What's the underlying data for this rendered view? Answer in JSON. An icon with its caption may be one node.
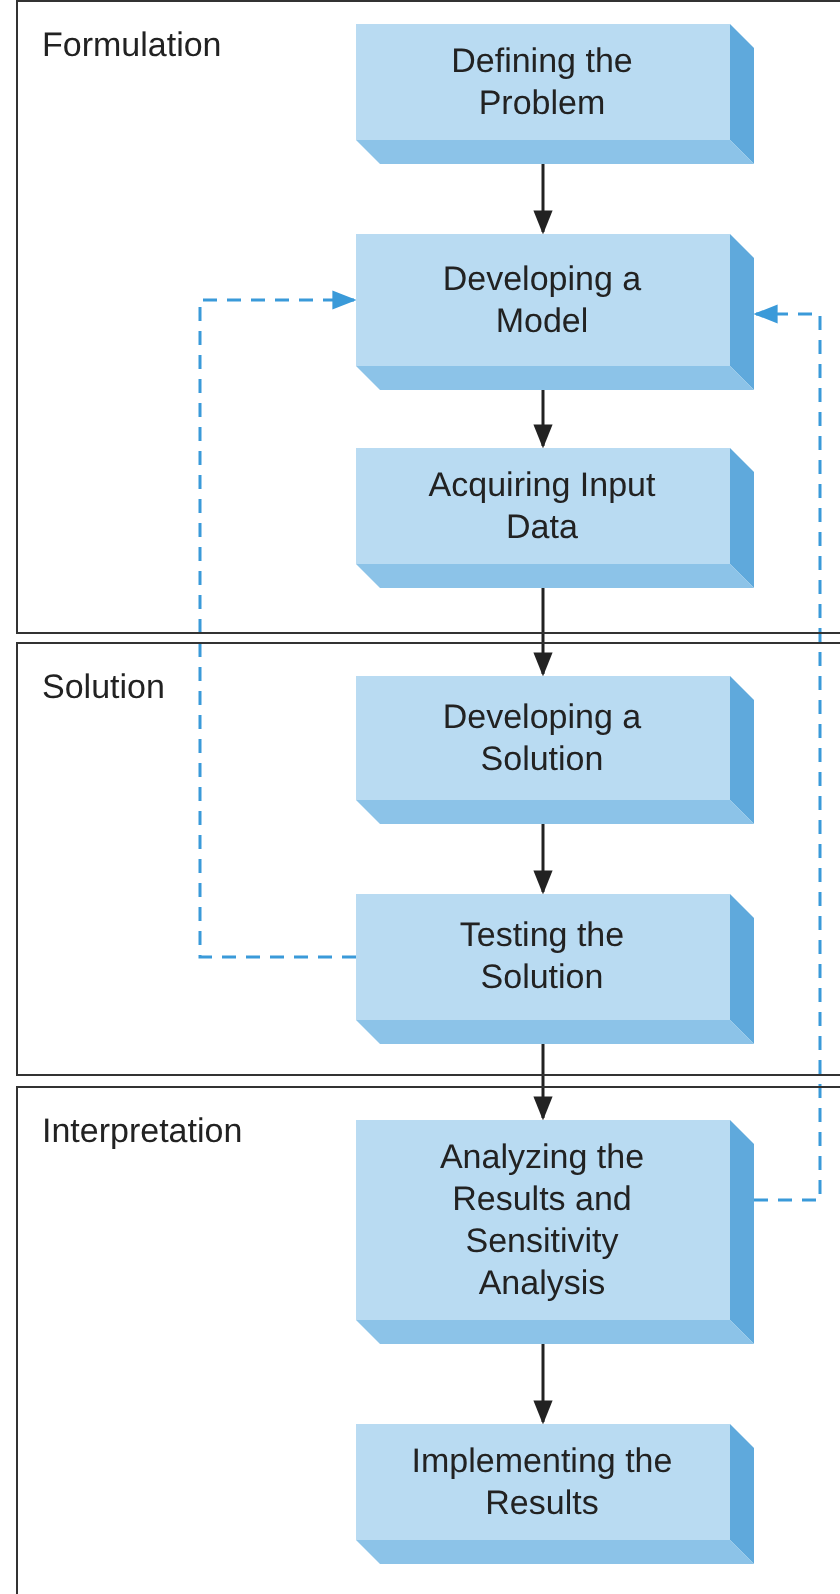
{
  "diagram": {
    "nodes": [
      {
        "text": [
          "Formulation"
        ]
      },
      {
        "text": [
          "Defining the Problem"
        ],
        "in": 0
      },
      {
        "text": [
          "Developing a Model"
        ],
        "in": 0
      },
      {
        "text": [
          "Acquiring Input Data"
        ],
        "in": 0
      },
      {
        "text": [
          "Solution"
        ]
      },
      {
        "text": [
          "Developing a Solution"
        ],
        "in": 4
      },
      {
        "text": [
          "Testing the Solution"
        ],
        "in": 4
      },
      {
        "text": [
          "Interpretation"
        ]
      },
      {
        "text": [
          "Analyzing the Results and Sensitivity Analysis"
        ],
        "in": 7
      },
      {
        "text": [
          "Implementing the Results"
        ],
        "in": 7
      }
    ],
    "edges": [
      {
        "from": 1,
        "to": 2,
        "arrow": "to"
      },
      {
        "from": 2,
        "to": 3,
        "arrow": "to"
      },
      {
        "from": 3,
        "to": 5,
        "arrow": "to"
      },
      {
        "from": 5,
        "to": 6,
        "arrow": "to"
      },
      {
        "from": 6,
        "to": 8,
        "arrow": "to"
      },
      {
        "from": 8,
        "to": 9,
        "arrow": "to"
      },
      {
        "from": 6,
        "to": 2,
        "arrow": "to",
        "style": "dashed",
        "color": "#3a9ad9"
      },
      {
        "from": 8,
        "to": 2,
        "arrow": "to",
        "style": "dashed",
        "color": "#3a9ad9"
      }
    ]
  }
}
